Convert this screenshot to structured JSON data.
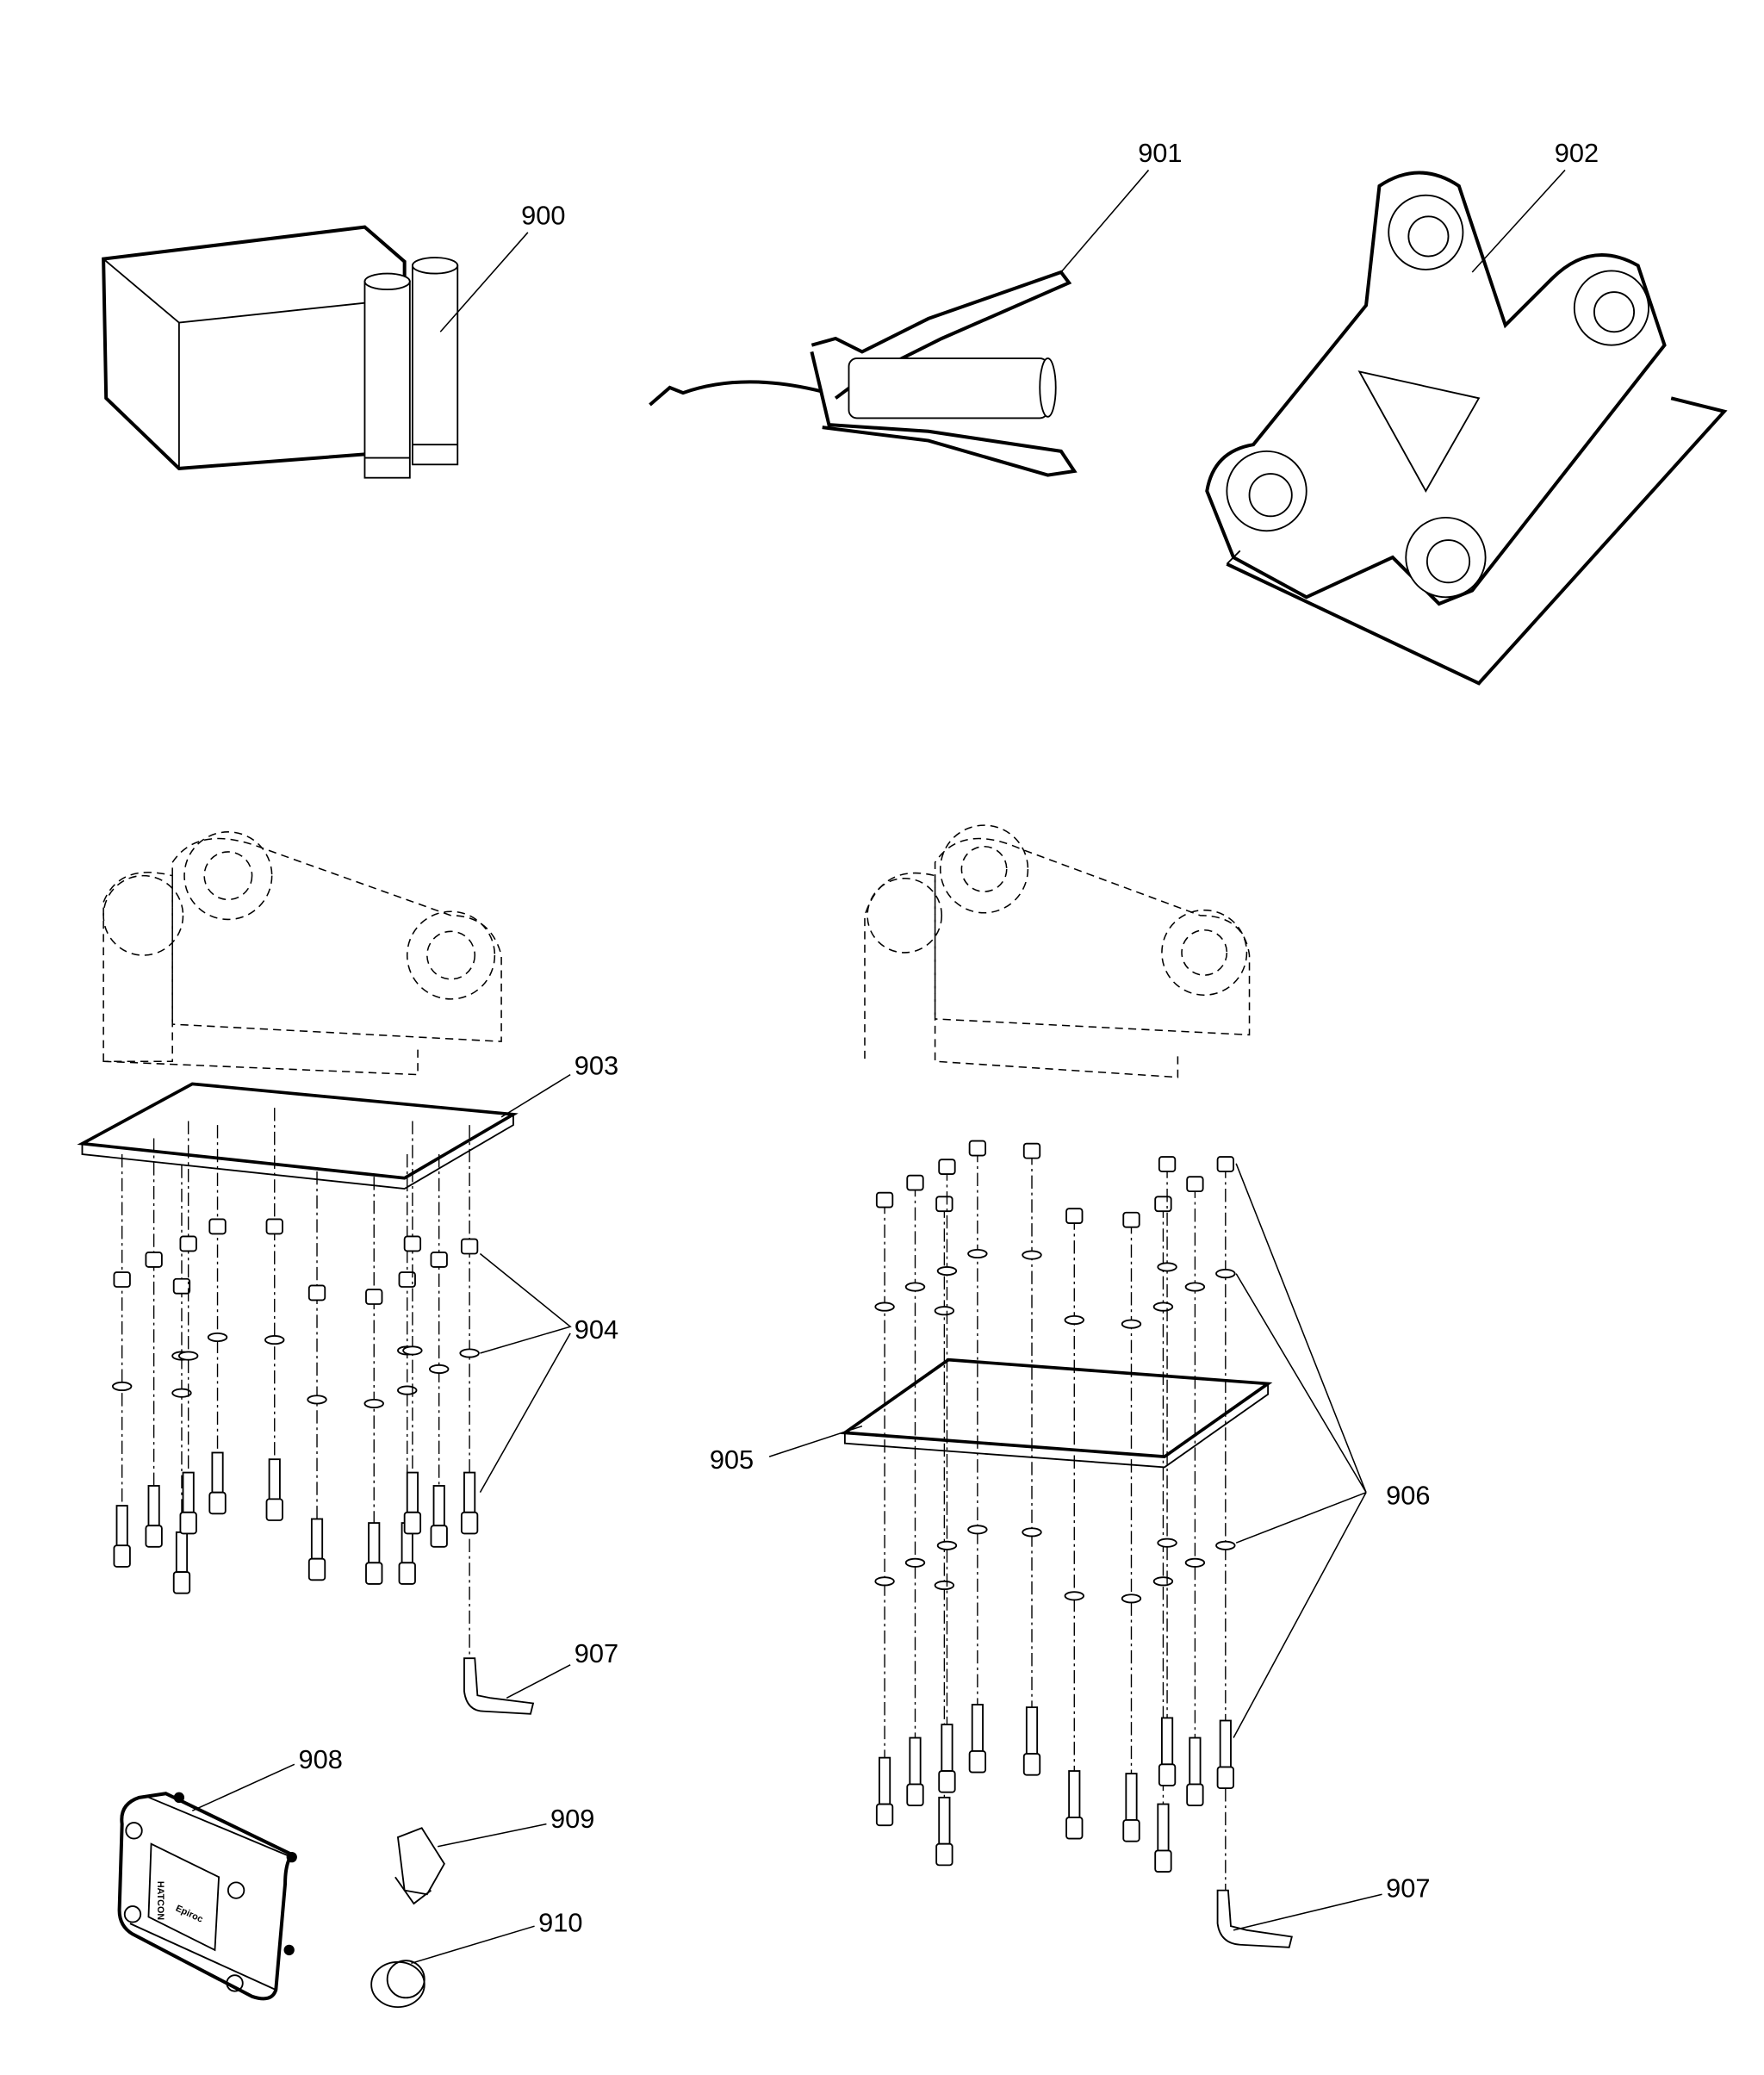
{
  "callouts": {
    "c900": "900",
    "c901": "901",
    "c902": "902",
    "c903": "903",
    "c904": "904",
    "c905": "905",
    "c906": "906",
    "c907a": "907",
    "c907b": "907",
    "c908": "908",
    "c909": "909",
    "c910": "910"
  },
  "control_box_logo": {
    "brand": "Epiroc",
    "product": "HATCON"
  }
}
